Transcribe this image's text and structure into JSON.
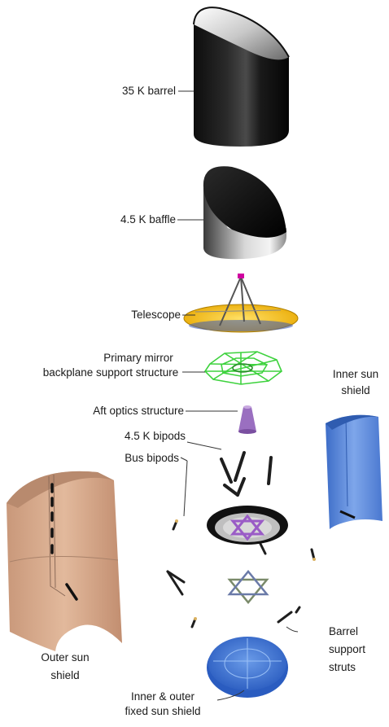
{
  "labels": {
    "barrel_35k": "35 K barrel",
    "baffle_45k": "4.5 K baffle",
    "telescope": "Telescope",
    "primary_mirror_line1": "Primary mirror",
    "primary_mirror_line2": "backplane support structure",
    "aft_optics": "Aft optics structure",
    "bipods_45k": "4.5 K bipods",
    "bus_bipods": "Bus bipods",
    "inner_sun_shield_line1": "Inner sun",
    "inner_sun_shield_line2": "shield",
    "outer_sun_shield_line1": "Outer sun",
    "outer_sun_shield_line2": "shield",
    "barrel_struts_line1": "Barrel",
    "barrel_struts_line2": "support",
    "barrel_struts_line3": "struts",
    "fixed_sun_shield_line1": "Inner & outer",
    "fixed_sun_shield_line2": "fixed sun shield"
  },
  "colors": {
    "barrel": "#1a1a1a",
    "barrel_highlight": "#e8e8e8",
    "telescope": "#f2c21a",
    "backplane": "#3ed23e",
    "aft_optics": "#9a6fc0",
    "outer_shield": "#d6a98a",
    "inner_shield": "#5a86d8",
    "ring_purple": "#9a5cc6",
    "strut": "#2a2a2a",
    "strut_tip": "#d9b060",
    "fixed_shield": "#3a6fd0"
  }
}
